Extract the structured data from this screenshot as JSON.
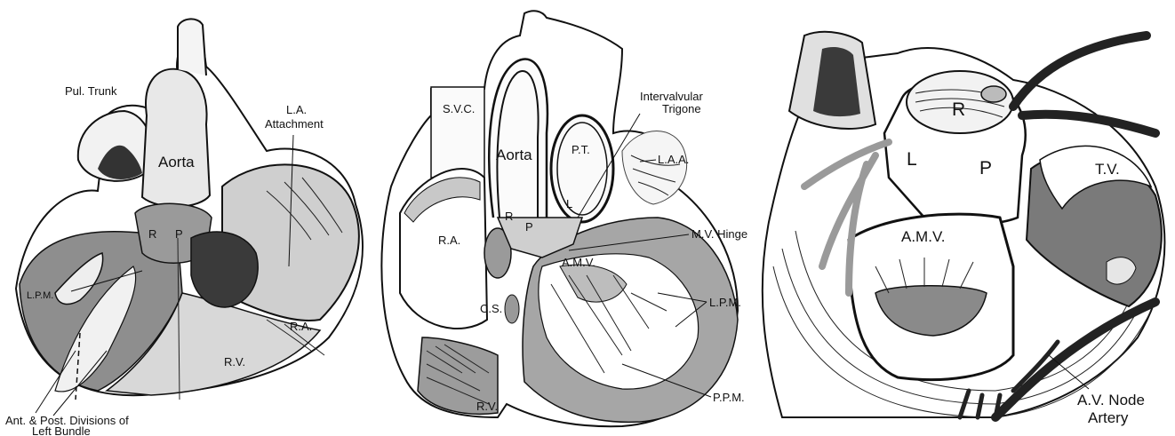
{
  "panel_left": {
    "labels": {
      "pul_trunk": "Pul. Trunk",
      "aorta": "Aorta",
      "la_attachment_1": "L.A.",
      "la_attachment_2": "Attachment",
      "r": "R",
      "p": "P",
      "lpm": "L.P.M.",
      "ra": "R.A.",
      "rv": "R.V.",
      "ant_post_1": "Ant. & Post. Divisions of",
      "ant_post_2": "Left Bundle"
    }
  },
  "panel_middle": {
    "labels": {
      "svc": "S.V.C.",
      "aorta": "Aorta",
      "pt": "P.T.",
      "intervalvular_1": "Intervalvular",
      "intervalvular_2": "Trigone",
      "laa": "L.A.A.",
      "ra": "R.A.",
      "r": "R",
      "p": "P",
      "l": "L",
      "mv_hinge": "M.V. Hinge",
      "amv": "A.M.V.",
      "cs": "C.S.",
      "lpm": "L.P.M.",
      "rv": "R.V.",
      "ppm": "P.P.M."
    }
  },
  "panel_right": {
    "labels": {
      "r": "R",
      "l": "L",
      "p": "P",
      "tv": "T.V.",
      "amv": "A.M.V.",
      "av_node_1": "A.V. Node",
      "av_node_2": "Artery"
    }
  }
}
